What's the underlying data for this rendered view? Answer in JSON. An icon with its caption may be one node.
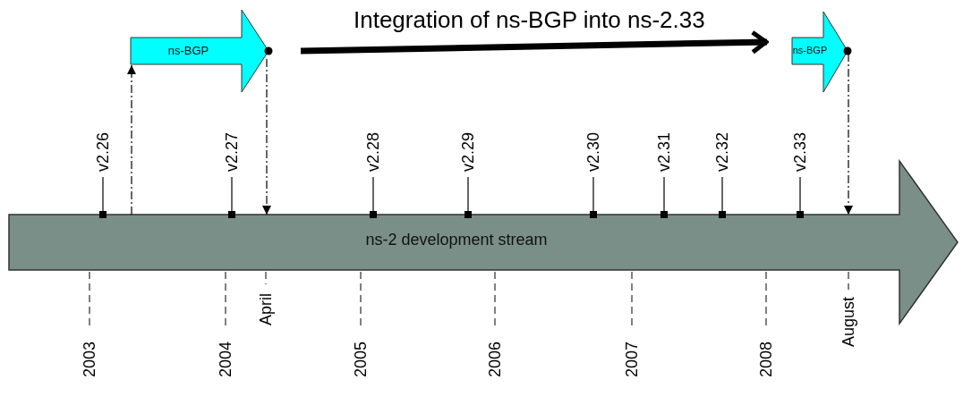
{
  "diagram": {
    "nodes": [
      {
        "text": [
          "ns-2 development stream"
        ]
      },
      {
        "text": [
          "ns-BGP"
        ]
      },
      {
        "text": [
          "ns-BGP"
        ]
      },
      {
        "text": [
          "v2.26"
        ]
      },
      {
        "text": [
          "v2.27"
        ]
      },
      {
        "text": [
          "v2.28"
        ]
      },
      {
        "text": [
          "v2.29"
        ]
      },
      {
        "text": [
          "v2.30"
        ]
      },
      {
        "text": [
          "v2.31"
        ]
      },
      {
        "text": [
          "v2.32"
        ]
      },
      {
        "text": [
          "v2.33"
        ]
      }
    ],
    "edges": [
      {
        "from": 0,
        "to": 1,
        "arrow": "to",
        "style": "dashed"
      },
      {
        "from": 1,
        "to": 0,
        "arrow": "to",
        "style": "dashed"
      },
      {
        "from": 1,
        "to": 2,
        "arrow": "to",
        "style": "thick",
        "label": "Integration of ns-BGP into ns-2.33"
      },
      {
        "from": 2,
        "to": 0,
        "arrow": "to",
        "style": "dashed"
      },
      {
        "from": 3,
        "to": 0,
        "arrow": "other"
      },
      {
        "from": 4,
        "to": 0,
        "arrow": "other"
      },
      {
        "from": 5,
        "to": 0,
        "arrow": "other"
      },
      {
        "from": 6,
        "to": 0,
        "arrow": "other"
      },
      {
        "from": 7,
        "to": 0,
        "arrow": "other"
      },
      {
        "from": 8,
        "to": 0,
        "arrow": "other"
      },
      {
        "from": 9,
        "to": 0,
        "arrow": "other"
      },
      {
        "from": 10,
        "to": 0,
        "arrow": "other"
      }
    ],
    "labels": [
      "2003",
      "2004",
      "April",
      "2005",
      "2006",
      "2007",
      "2008",
      "August"
    ]
  }
}
